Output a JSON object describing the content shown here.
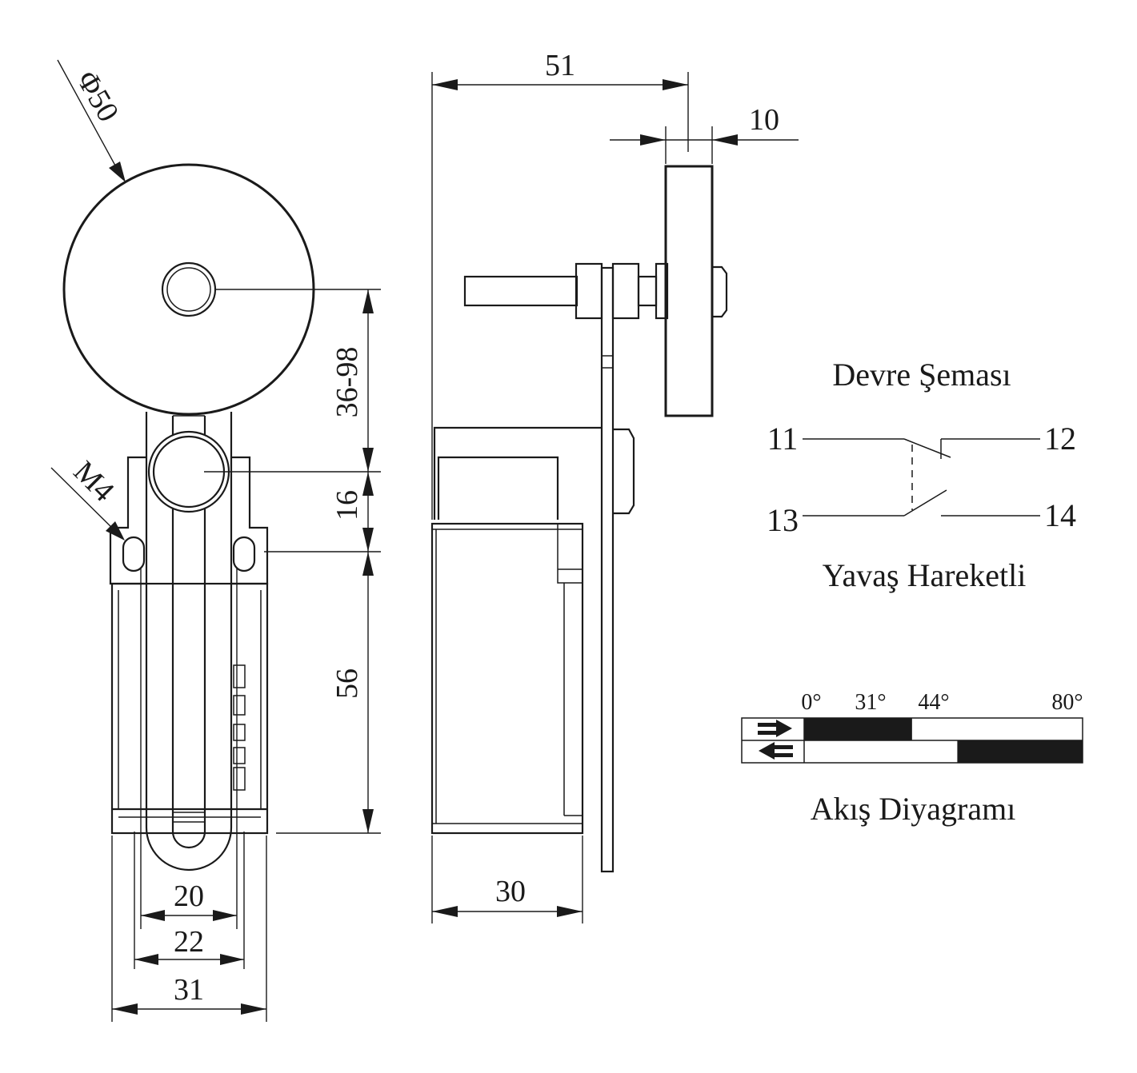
{
  "front_view": {
    "dimensions": {
      "roller_diameter": "Φ50",
      "thread": "M4",
      "arm_length": "36-98",
      "pivot_to_hole": "16",
      "body_height": "56",
      "inner_width": "20",
      "hole_spacing": "22",
      "body_width": "31"
    }
  },
  "side_view": {
    "dimensions": {
      "total_depth": "51",
      "roller_width": "10",
      "body_depth": "30"
    }
  },
  "circuit": {
    "title": "Devre Şeması",
    "terminals": {
      "nc_in": "11",
      "nc_out": "12",
      "no_in": "13",
      "no_out": "14"
    },
    "action": "Yavaş Hareketli"
  },
  "flow": {
    "title": "Akış Diyagramı",
    "angles": [
      "0°",
      "31°",
      "44°",
      "80°"
    ],
    "rows": [
      {
        "direction": "forward",
        "active_from_deg": 0,
        "active_to_deg": 31
      },
      {
        "direction": "return",
        "active_from_deg": 44,
        "active_to_deg": 80
      }
    ]
  }
}
